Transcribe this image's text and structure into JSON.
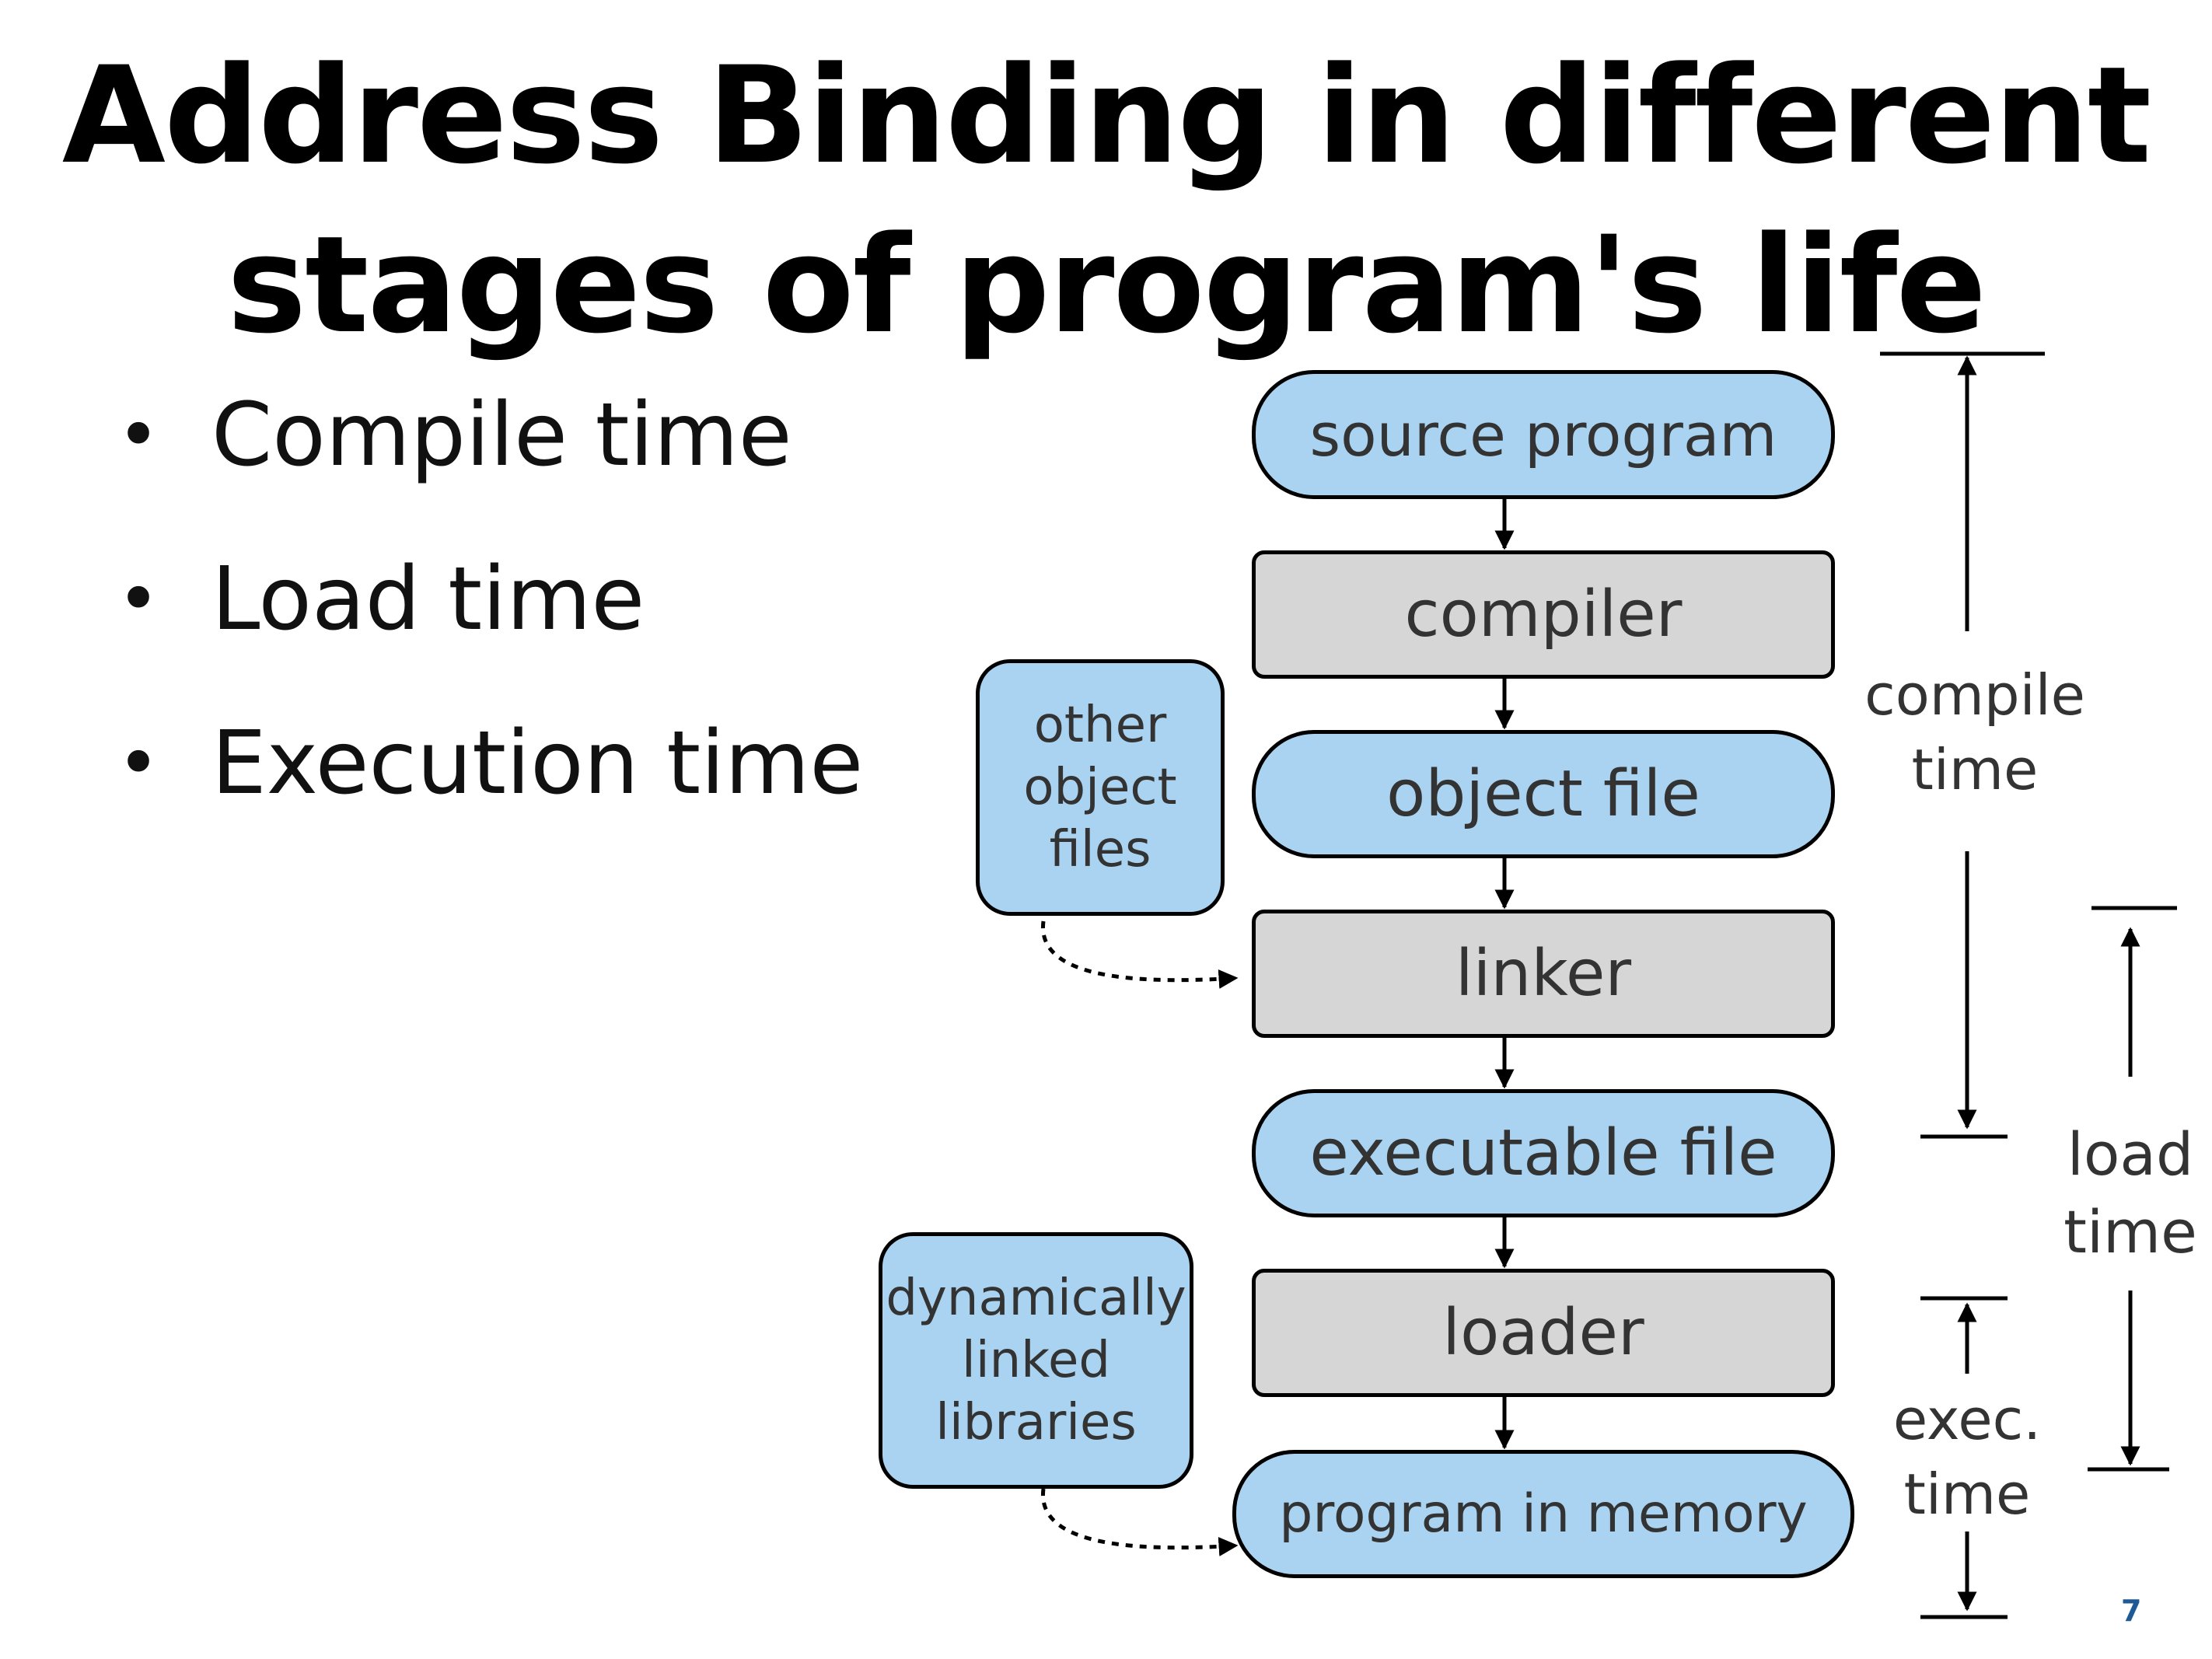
{
  "title": {
    "line1": "Address Binding in different",
    "line2": "stages of program's life"
  },
  "bullets": [
    "Compile time",
    "Load time",
    "Execution time"
  ],
  "flow": {
    "source_program": "source program",
    "compiler": "compiler",
    "object_file": "object file",
    "linker": "linker",
    "executable_file": "executable file",
    "loader": "loader",
    "program_in_memory": "program in memory"
  },
  "side_inputs": {
    "other_object_files": [
      "other",
      "object",
      "files"
    ],
    "dynamically_linked_libraries": [
      "dynamically",
      "linked",
      "libraries"
    ]
  },
  "time_labels": {
    "compile": [
      "compile",
      "time"
    ],
    "load": [
      "load",
      "time"
    ],
    "exec": [
      "exec.",
      "time"
    ]
  },
  "page_number": "7",
  "colors": {
    "blue_fill": "#a9d3f0",
    "gray_fill": "#d6d6d6",
    "page_number": "#1f5a96"
  }
}
